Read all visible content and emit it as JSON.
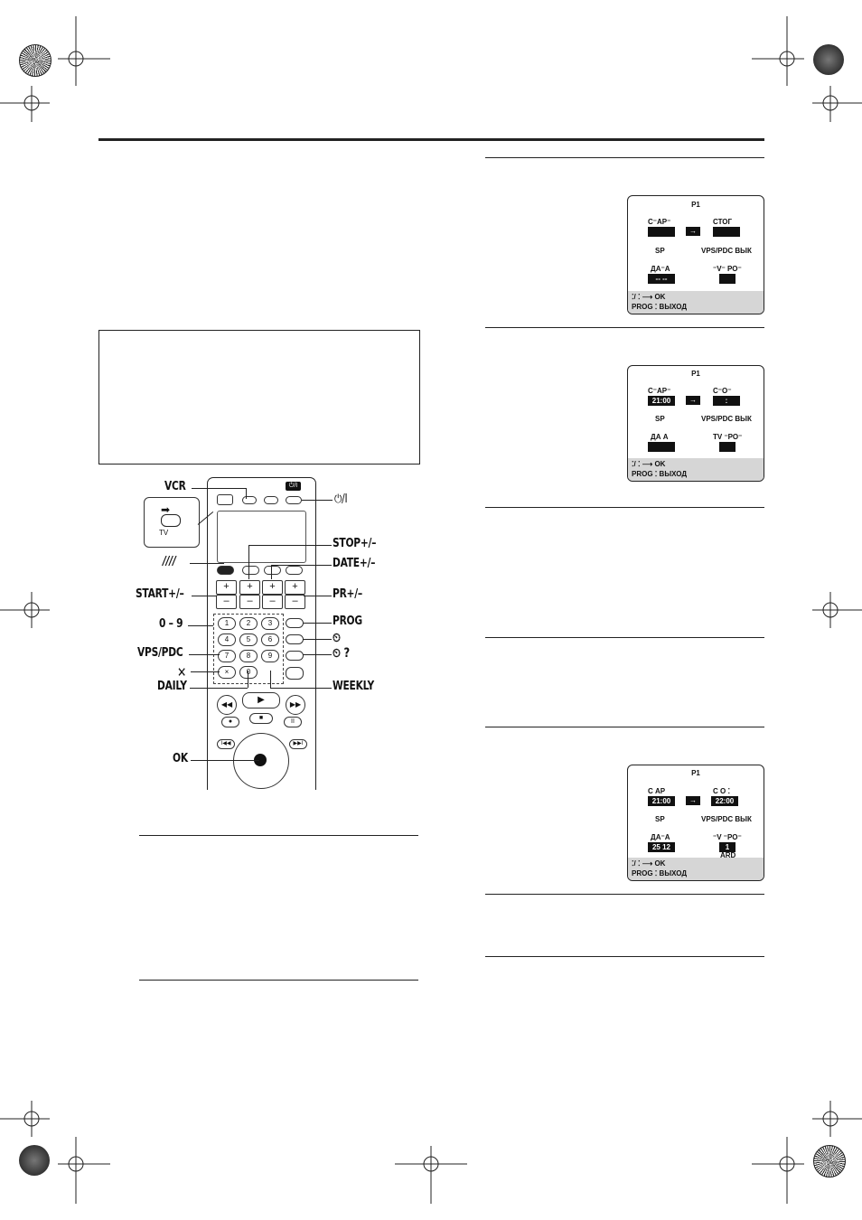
{
  "remote_labels": {
    "vcr": "VCR",
    "power": "⏻/I",
    "tv": "TV",
    "stop": "STOP+/–",
    "date": "DATE+/–",
    "slash": "////",
    "start": "START+/–",
    "pr": "PR+/–",
    "digits": "0 – 9",
    "prog": "PROG",
    "vps": "VPS/PDC",
    "timer": "⏲",
    "timer_q": "⏲ ?",
    "cancel": "✕",
    "daily": "DAILY",
    "weekly": "WEEKLY",
    "ok": "OK"
  },
  "remote_keys": [
    "1",
    "2",
    "3",
    "4",
    "5",
    "6",
    "7",
    "8",
    "9",
    "0"
  ],
  "screen1": {
    "title": "P1",
    "start_label": "С⁻АР⁻",
    "start_value": "",
    "stop_label": "СТОГ",
    "stop_value": "",
    "speed": "SP",
    "vps": "VPS/PDC ВЫК",
    "date_label": "ДА⁻А",
    "date_value": "-- --",
    "tvpr_label": "⁻V⁻ РО⁻",
    "tvpr_value": "",
    "channel": "",
    "foot1": "⁚/ ⁚ ⟶ OK",
    "foot2": "PROG ⁚ ВЫХОД"
  },
  "screen2": {
    "title": "P1",
    "start_label": "С⁻АР⁻",
    "start_value": "21:00",
    "stop_label": "С⁻О⁻",
    "stop_value": ":",
    "speed": "SP",
    "vps": "VPS/PDC ВЫК",
    "date_label": "ДА А",
    "date_value": "",
    "tvpr_label": "TV ⁻РО⁻",
    "tvpr_value": "",
    "channel": "",
    "foot1": "⁚/ ⁚ ⟶ OK",
    "foot2": "PROG ⁚ ВЫХОД"
  },
  "screen3": {
    "title": "P1",
    "start_label": "С АР",
    "start_value": "21:00",
    "stop_label": "С О ⁚",
    "stop_value": "22:00",
    "speed": "SP",
    "vps": "VPS/PDC ВЫК",
    "date_label": "ДА⁻А",
    "date_value": "25 12",
    "tvpr_label": "⁻V ⁻РО⁻",
    "tvpr_value": "1",
    "channel": "ARD",
    "foot1": "⁚/ ⁚ ⟶ OK",
    "foot2": "PROG ⁚ ВЫХОД"
  },
  "colors": {
    "ink": "#111111",
    "osd_footer": "#d6d6d6"
  }
}
